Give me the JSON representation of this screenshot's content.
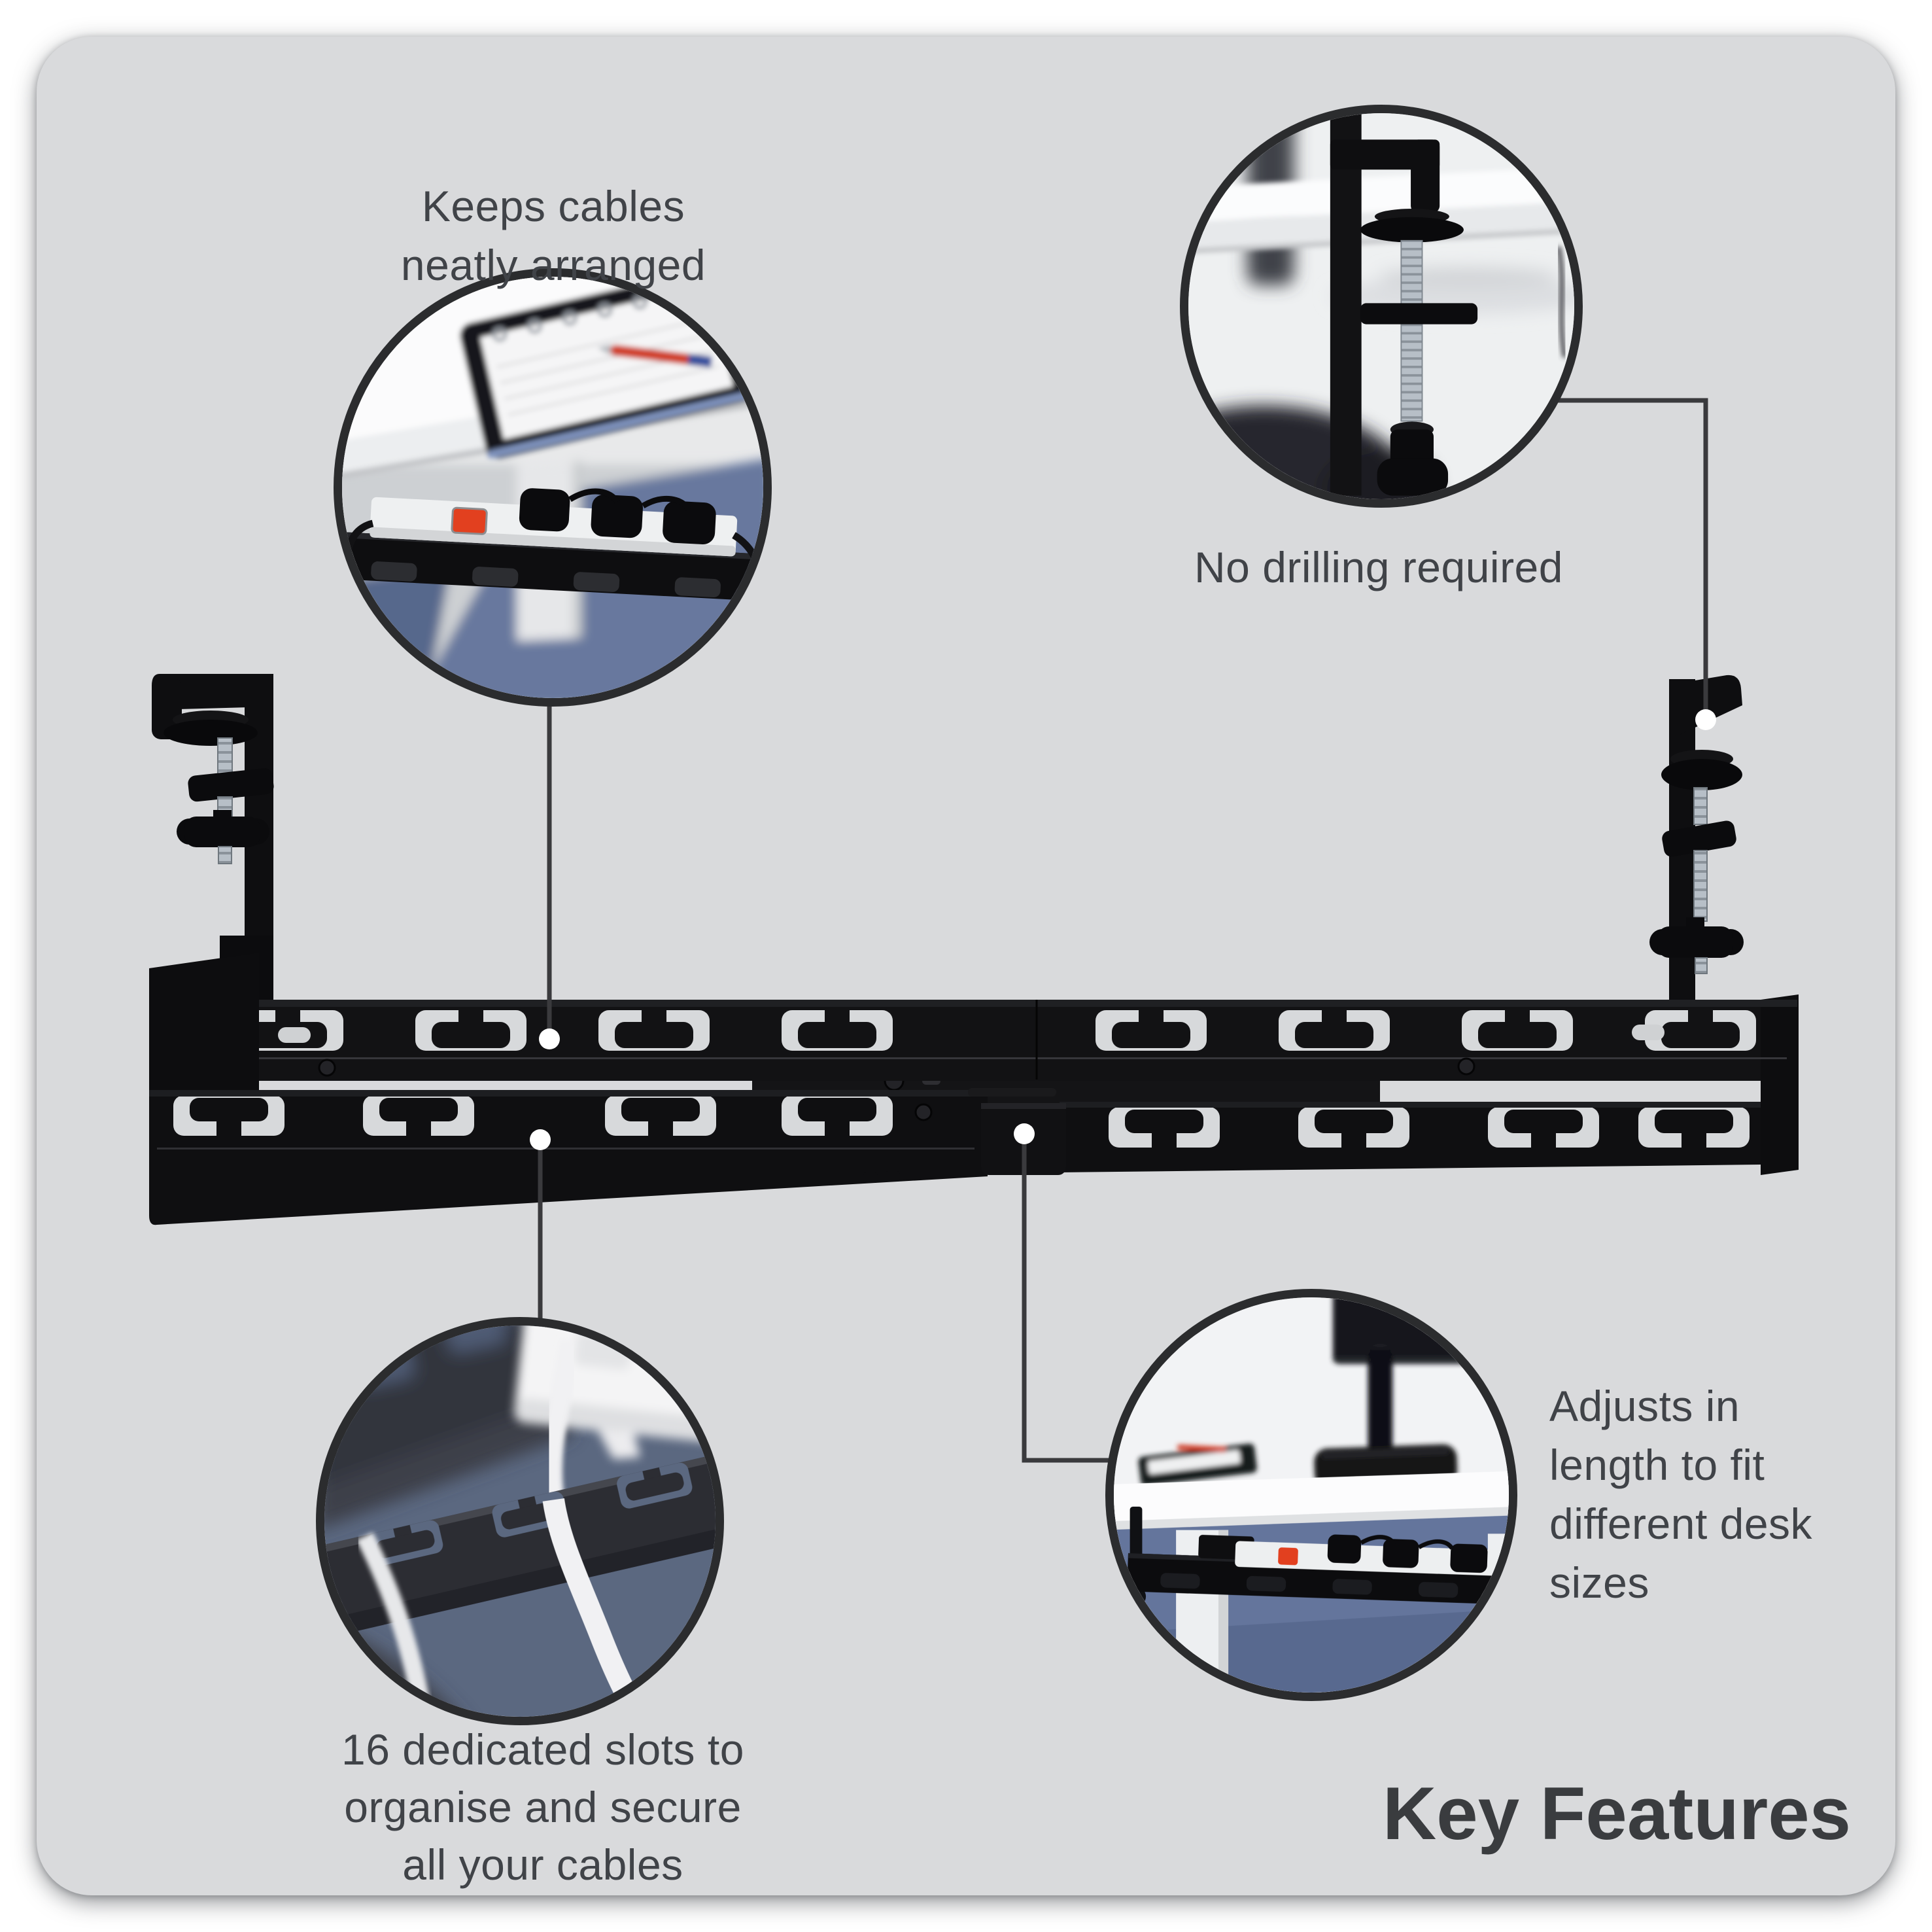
{
  "headline": "Key Features",
  "features": [
    {
      "id": "neatly-arranged",
      "lines": [
        "Keeps cables",
        "neatly arranged"
      ],
      "photo": "power-strip-held-in-tray-under-desk"
    },
    {
      "id": "no-drilling",
      "lines": [
        "No drilling required"
      ],
      "photo": "desk-clamp-screw-close-up"
    },
    {
      "id": "sixteen-slots",
      "lines": [
        "16 dedicated slots to",
        "organise and secure",
        "all your cables"
      ],
      "photo": "white-cables-threaded-through-slots"
    },
    {
      "id": "adjustable-length",
      "lines": [
        "Adjusts in",
        "length to fit",
        "different desk",
        "sizes"
      ],
      "photo": "tray-installed-under-standing-desk"
    }
  ],
  "colors": {
    "page_bg": "#ffffff",
    "card_bg": "#d9dadc",
    "caption_text": "#404348",
    "headline_text": "#3a3c3f",
    "callout_line": "#3a3a3d",
    "callout_dot": "#ffffff",
    "circle_border": "#2b2c2e",
    "product_black": "#101012",
    "screw_silver": "#b7bfc7",
    "carpet_blue": "#64759c",
    "power_strip_white": "#eef0f1",
    "switch_red": "#e2401f"
  }
}
